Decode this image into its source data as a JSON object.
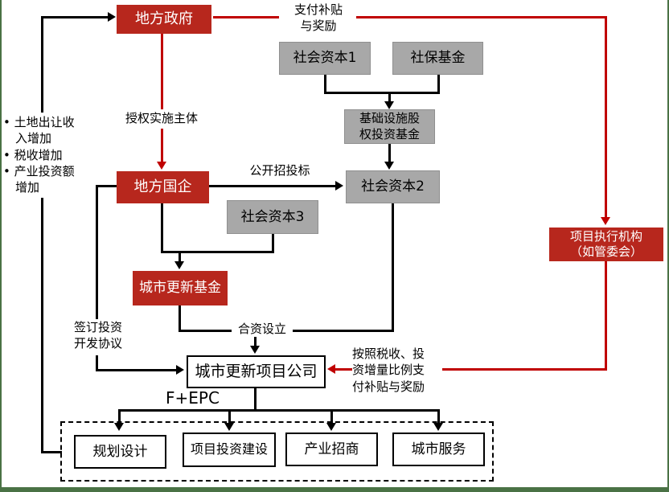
{
  "nodes": {
    "local_government": "地方政府",
    "social_capital_1": "社会资本1",
    "social_security_fund": "社保基金",
    "infra_equity_fund": "基础设施股\n权投资基金",
    "local_soe": "地方国企",
    "social_capital_2": "社会资本2",
    "social_capital_3": "社会资本3",
    "urban_renewal_fund": "城市更新基金",
    "project_company": "城市更新项目公司",
    "executing_agency": "项目执行机构\n（如管委会）",
    "planning_design": "规划设计",
    "project_investment_construction": "项目投资建设",
    "industry_attraction": "产业招商",
    "urban_services": "城市服务"
  },
  "labels": {
    "pay_subsidy_top": "支付补贴\n与奖励",
    "authorize_entity": "授权实施主体",
    "public_bidding": "公开招投标",
    "sign_agreement": "签订投资\n开发协议",
    "joint_venture": "合资设立",
    "f_epc": "F+EPC",
    "subsidy_by_ratio": "按照税收、投\n资增量比例支\n付补贴与奖励",
    "benefits_list": "• 土地出让收\n　入增加\n• 税收增加\n• 产业投资额\n　增加"
  },
  "colors": {
    "node_red": "#b7271d",
    "line_red": "#c00000",
    "node_gray": "#a8a8a8",
    "line_black": "#000000",
    "frame_green": "#4a7245",
    "background": "#ffffff"
  }
}
